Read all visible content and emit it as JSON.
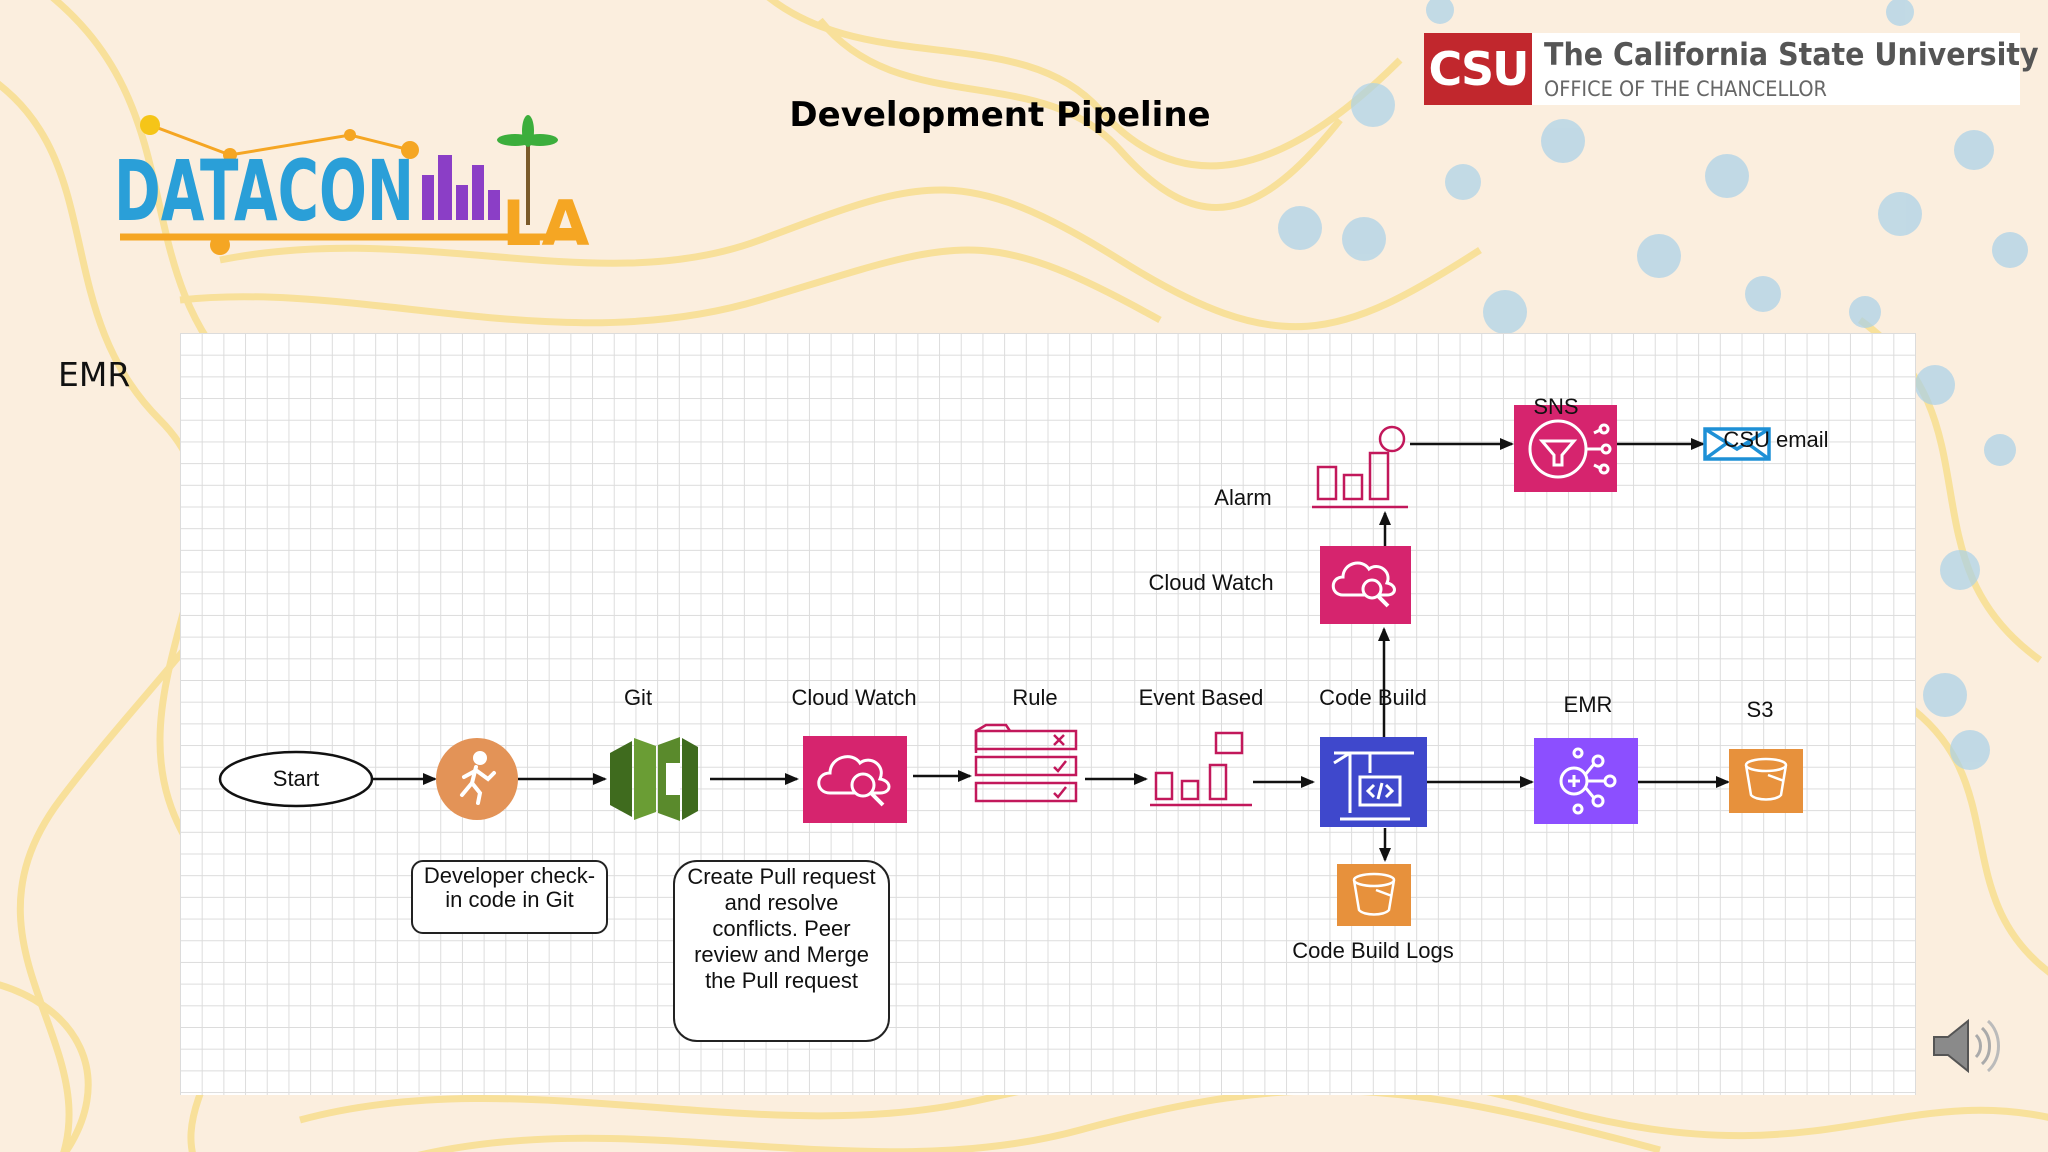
{
  "slide": {
    "title": "Development Pipeline",
    "section_label": "EMR"
  },
  "logos": {
    "datacon_text": "DATACON",
    "datacon_suffix": "LA",
    "csu_mark": "CSU",
    "csu_name": "The California State University",
    "csu_office": "OFFICE OF THE CHANCELLOR"
  },
  "diagram": {
    "start_label": "Start",
    "developer_note": "Developer check-in code in Git",
    "pull_request_note": "Create Pull request and resolve conflicts. Peer review and Merge the Pull request",
    "nodes": {
      "git": "Git",
      "cloudwatch_main": "Cloud Watch",
      "rule": "Rule",
      "event_based": "Event Based",
      "code_build": "Code Build",
      "emr": "EMR",
      "s3": "S3",
      "code_build_logs": "Code Build Logs",
      "cloudwatch_upper": "Cloud Watch",
      "alarm": "Alarm",
      "sns": "SNS",
      "csu_email": "CSU email"
    }
  },
  "colors": {
    "cloudwatch_pink": "#d6246e",
    "codebuild_blue": "#3f48cc",
    "emr_purple": "#8c4fff",
    "s3_orange": "#e7913c",
    "git_green": "#5a8a2c",
    "csu_red": "#c1272d"
  }
}
